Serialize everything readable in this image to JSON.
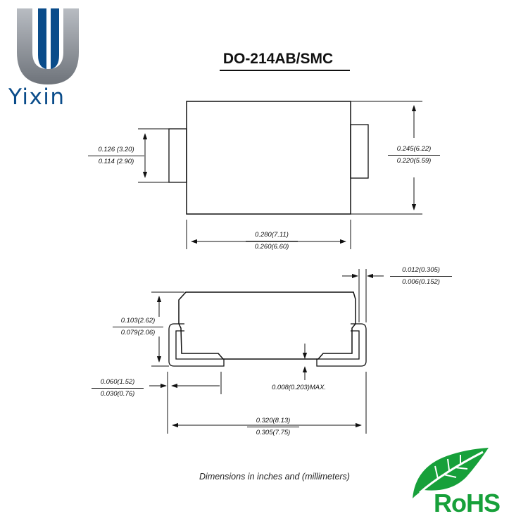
{
  "brand": {
    "name": "Yixin",
    "color": "#0a4c8a",
    "logo_icon": "u-shape-logo-icon"
  },
  "title": "DO-214AB/SMC",
  "dimensions": {
    "terminal_height": {
      "max": "0.126 (3.20)",
      "min": "0.114 (2.90)"
    },
    "body_width": {
      "max": "0.245(6.22)",
      "min": "0.220(5.59)"
    },
    "body_length": {
      "max": "0.280(7.11)",
      "min": "0.260(6.60)"
    },
    "lead_thickness": {
      "max": "0.012(0.305)",
      "min": "0.006(0.152)"
    },
    "package_height": {
      "max": "0.103(2.62)",
      "min": "0.079(2.06)"
    },
    "lead_length": {
      "max": "0.060(1.52)",
      "min": "0.030(0.76)"
    },
    "standoff": {
      "value": "0.008(0.203)MAX."
    },
    "overall_length": {
      "max": "0.320(8.13)",
      "min": "0.305(7.75)"
    }
  },
  "caption": "Dimensions in inches and (millimeters)",
  "rohs": {
    "label": "RoHS",
    "color": "#17a03a",
    "icon": "leaf-icon"
  }
}
